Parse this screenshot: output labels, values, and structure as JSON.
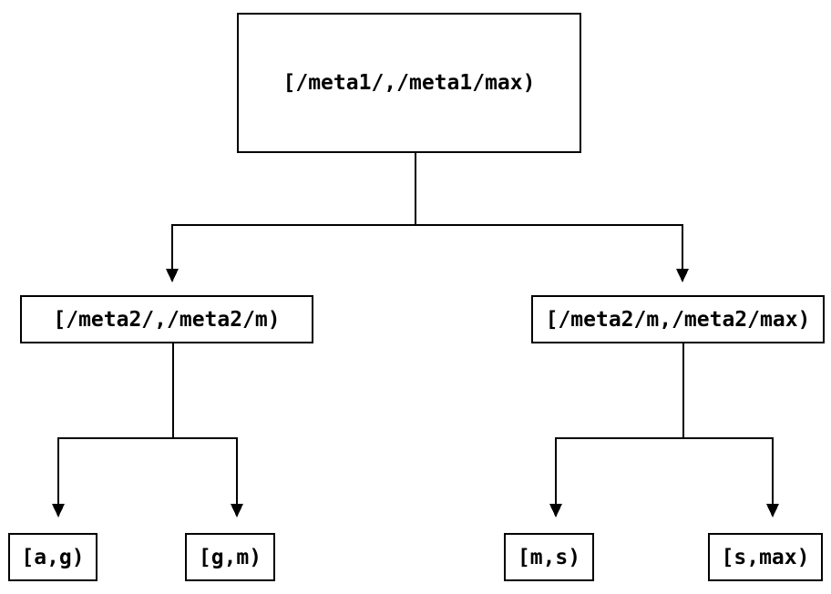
{
  "nodes": {
    "root": {
      "label": "[/meta1/,/meta1/max)"
    },
    "left_child": {
      "label": "[/meta2/,/meta2/m)"
    },
    "right_child": {
      "label": "[/meta2/m,/meta2/max)"
    },
    "leaf_1": {
      "label": "[a,g)"
    },
    "leaf_2": {
      "label": "[g,m)"
    },
    "leaf_3": {
      "label": "[m,s)"
    },
    "leaf_4": {
      "label": "[s,max)"
    }
  },
  "edges": [
    {
      "from": "root",
      "to": "left_child"
    },
    {
      "from": "root",
      "to": "right_child"
    },
    {
      "from": "left_child",
      "to": "leaf_1"
    },
    {
      "from": "left_child",
      "to": "leaf_2"
    },
    {
      "from": "right_child",
      "to": "leaf_3"
    },
    {
      "from": "right_child",
      "to": "leaf_4"
    }
  ],
  "colors": {
    "background": "#ffffff",
    "line": "#000000",
    "text": "#000000"
  }
}
